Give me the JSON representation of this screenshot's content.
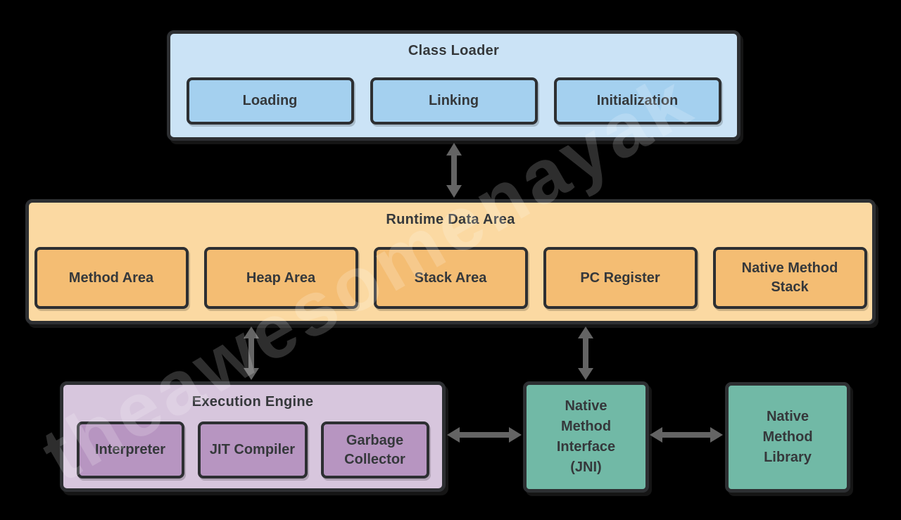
{
  "colors": {
    "background": "#000000",
    "border": "#2d2f32",
    "text": "#35383b",
    "arrow": "#646464",
    "class_loader_bg": "#cbe3f6",
    "class_loader_item_bg": "#a4d0ef",
    "runtime_bg": "#fbd9a2",
    "runtime_item_bg": "#f4bd73",
    "execution_engine_bg": "#d7c6dd",
    "execution_engine_item_bg": "#b795c1",
    "native_bg": "#71b9a6"
  },
  "watermark": {
    "text": "theawesomenayak"
  },
  "class_loader": {
    "title": "Class Loader",
    "items": [
      "Loading",
      "Linking",
      "Initialization"
    ]
  },
  "runtime": {
    "title": "Runtime Data Area",
    "items": [
      "Method Area",
      "Heap Area",
      "Stack Area",
      "PC Register",
      "Native Method Stack"
    ]
  },
  "execution_engine": {
    "title": "Execution Engine",
    "items": [
      "Interpreter",
      "JIT Compiler",
      "Garbage Collector"
    ]
  },
  "jni": {
    "lines": [
      "Native",
      "Method",
      "Interface",
      "(JNI)"
    ]
  },
  "native_library": {
    "lines": [
      "Native",
      "Method",
      "Library"
    ]
  }
}
